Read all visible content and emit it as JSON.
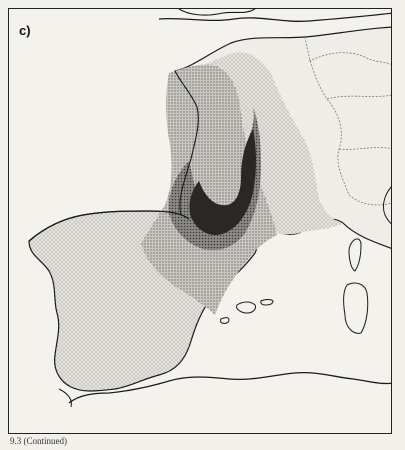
{
  "figure": {
    "panel_label": "c)",
    "caption": "9.3 (Continued)"
  },
  "map": {
    "region": "Iberian Peninsula, France, western Mediterranean",
    "shading_levels": [
      "light dotted",
      "medium stippled",
      "dark",
      "darkest"
    ],
    "colors": {
      "land_outline": "#1a1a1a",
      "border_line": "#777777",
      "level1": "#d9d7d2",
      "level2": "#b6b4af",
      "level3": "#6d6b68",
      "level4": "#2a2827",
      "sea": "#f4f2ed"
    }
  }
}
